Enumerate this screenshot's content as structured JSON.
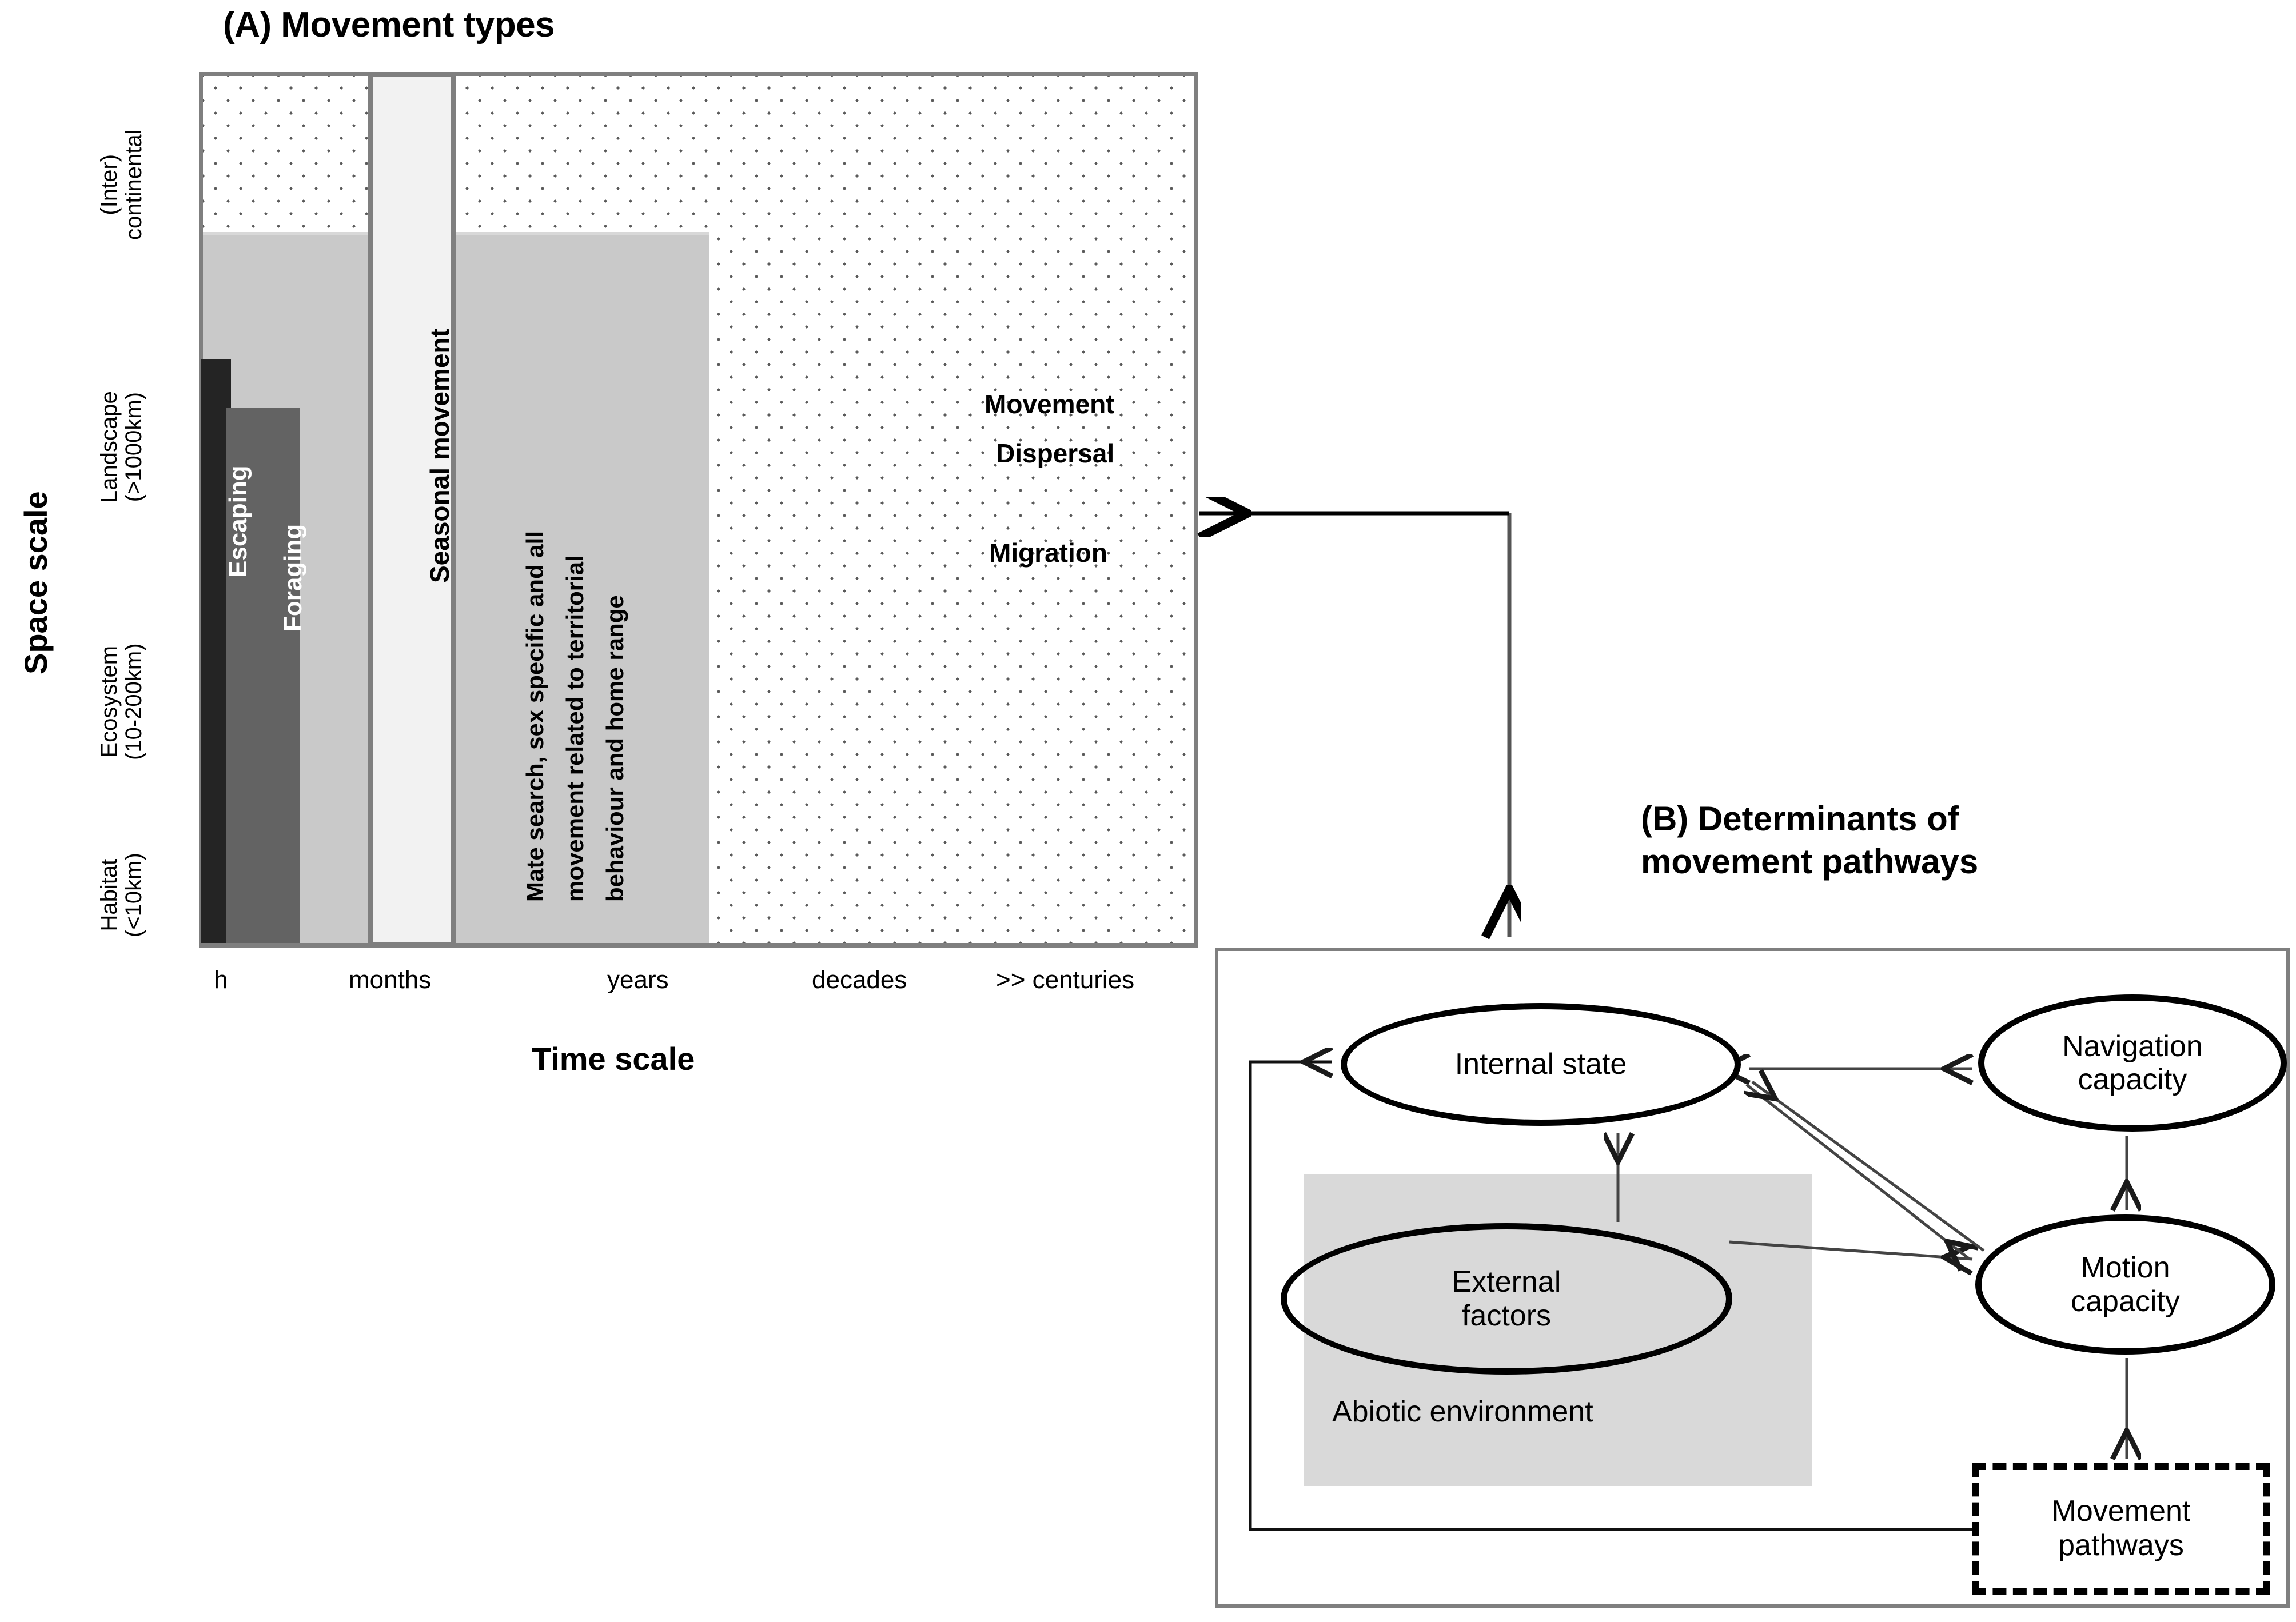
{
  "panel_a": {
    "title": "(A) Movement types",
    "y_axis_title": "Space scale",
    "y_categories": [
      {
        "name": "(Inter) continental",
        "line1": "(Inter)",
        "line2": "continental"
      },
      {
        "name": "Landscape (>1000km)",
        "line1": "Landscape",
        "line2": "(>1000km)"
      },
      {
        "name": "Ecosystem (10-200km)",
        "line1": "Ecosystem",
        "line2": "(10-200km)"
      },
      {
        "name": "Habitat (<10km)",
        "line1": "Habitat",
        "line2": "(<10km)"
      }
    ],
    "x_axis_title": "Time scale",
    "x_ticks": [
      "h",
      "months",
      "years",
      "decades",
      ">> centuries"
    ],
    "bars": [
      {
        "label": "Escaping",
        "color": "#242424",
        "text_color": "#ffffff"
      },
      {
        "label": "Foraging",
        "color": "#636363",
        "text_color": "#ffffff"
      },
      {
        "label": "Seasonal movement",
        "color": "#f2f2f2",
        "text_color": "#000000"
      }
    ],
    "mate_block": {
      "line1": "Mate search, sex specific and all",
      "line2": "movement related to territorial",
      "line3": "behaviour and home range"
    },
    "annotations": [
      "Movement",
      "Dispersal",
      "Migration"
    ]
  },
  "panel_b": {
    "title_line1": "(B) Determinants of",
    "title_line2": "movement pathways",
    "nodes": [
      {
        "id": "internal-state",
        "label": "Internal state",
        "shape": "ellipse"
      },
      {
        "id": "navigation-capacity",
        "label": "Navigation\ncapacity",
        "line1": "Navigation",
        "line2": "capacity",
        "shape": "ellipse"
      },
      {
        "id": "external-factors",
        "label": "External\nfactors",
        "line1": "External",
        "line2": "factors",
        "shape": "ellipse"
      },
      {
        "id": "motion-capacity",
        "label": "Motion\ncapacity",
        "line1": "Motion",
        "line2": "capacity",
        "shape": "ellipse"
      },
      {
        "id": "movement-pathways",
        "label": "Movement\npathways",
        "line1": "Movement",
        "line2": "pathways",
        "shape": "dashed-box"
      }
    ],
    "group_label": "Abiotic environment",
    "group_color": "#d9d9d9"
  },
  "chart_data": {
    "type": "bar",
    "title": "(A) Movement types",
    "xlabel": "Time scale",
    "ylabel": "Space scale",
    "x_categories": [
      "h",
      "months",
      "years",
      "decades",
      ">> centuries"
    ],
    "y_categories": [
      "Habitat (<10km)",
      "Ecosystem (10-200km)",
      "Landscape (>1000km)",
      "(Inter) continental"
    ],
    "grid": true,
    "legend": "none",
    "series": [
      {
        "name": "Escaping",
        "time_extent": [
          "h",
          "h"
        ],
        "space_extent": [
          "Habitat (<10km)",
          "Landscape (>1000km)"
        ],
        "fill": "#242424"
      },
      {
        "name": "Foraging",
        "time_extent": [
          "h",
          "months"
        ],
        "space_extent": [
          "Habitat (<10km)",
          "Ecosystem (10-200km)"
        ],
        "fill": "#636363"
      },
      {
        "name": "Mate search, sex specific and all movement related to territorial behaviour and home range",
        "time_extent": [
          "h",
          "years"
        ],
        "space_extent": [
          "Habitat (<10km)",
          "Landscape (>1000km)"
        ],
        "fill": "#c9c9c9"
      },
      {
        "name": "Seasonal movement",
        "time_extent": [
          "months",
          "months"
        ],
        "space_extent": [
          "Habitat (<10km)",
          "(Inter) continental"
        ],
        "fill": "#f2f2f2"
      }
    ],
    "annotations": [
      {
        "text": "Movement",
        "x": "decades",
        "y": "Landscape (>1000km)"
      },
      {
        "text": "Dispersal",
        "x": "decades",
        "y": "Landscape (>1000km)"
      },
      {
        "text": "Migration",
        "x": "decades",
        "y": "Ecosystem (10-200km)"
      }
    ]
  }
}
